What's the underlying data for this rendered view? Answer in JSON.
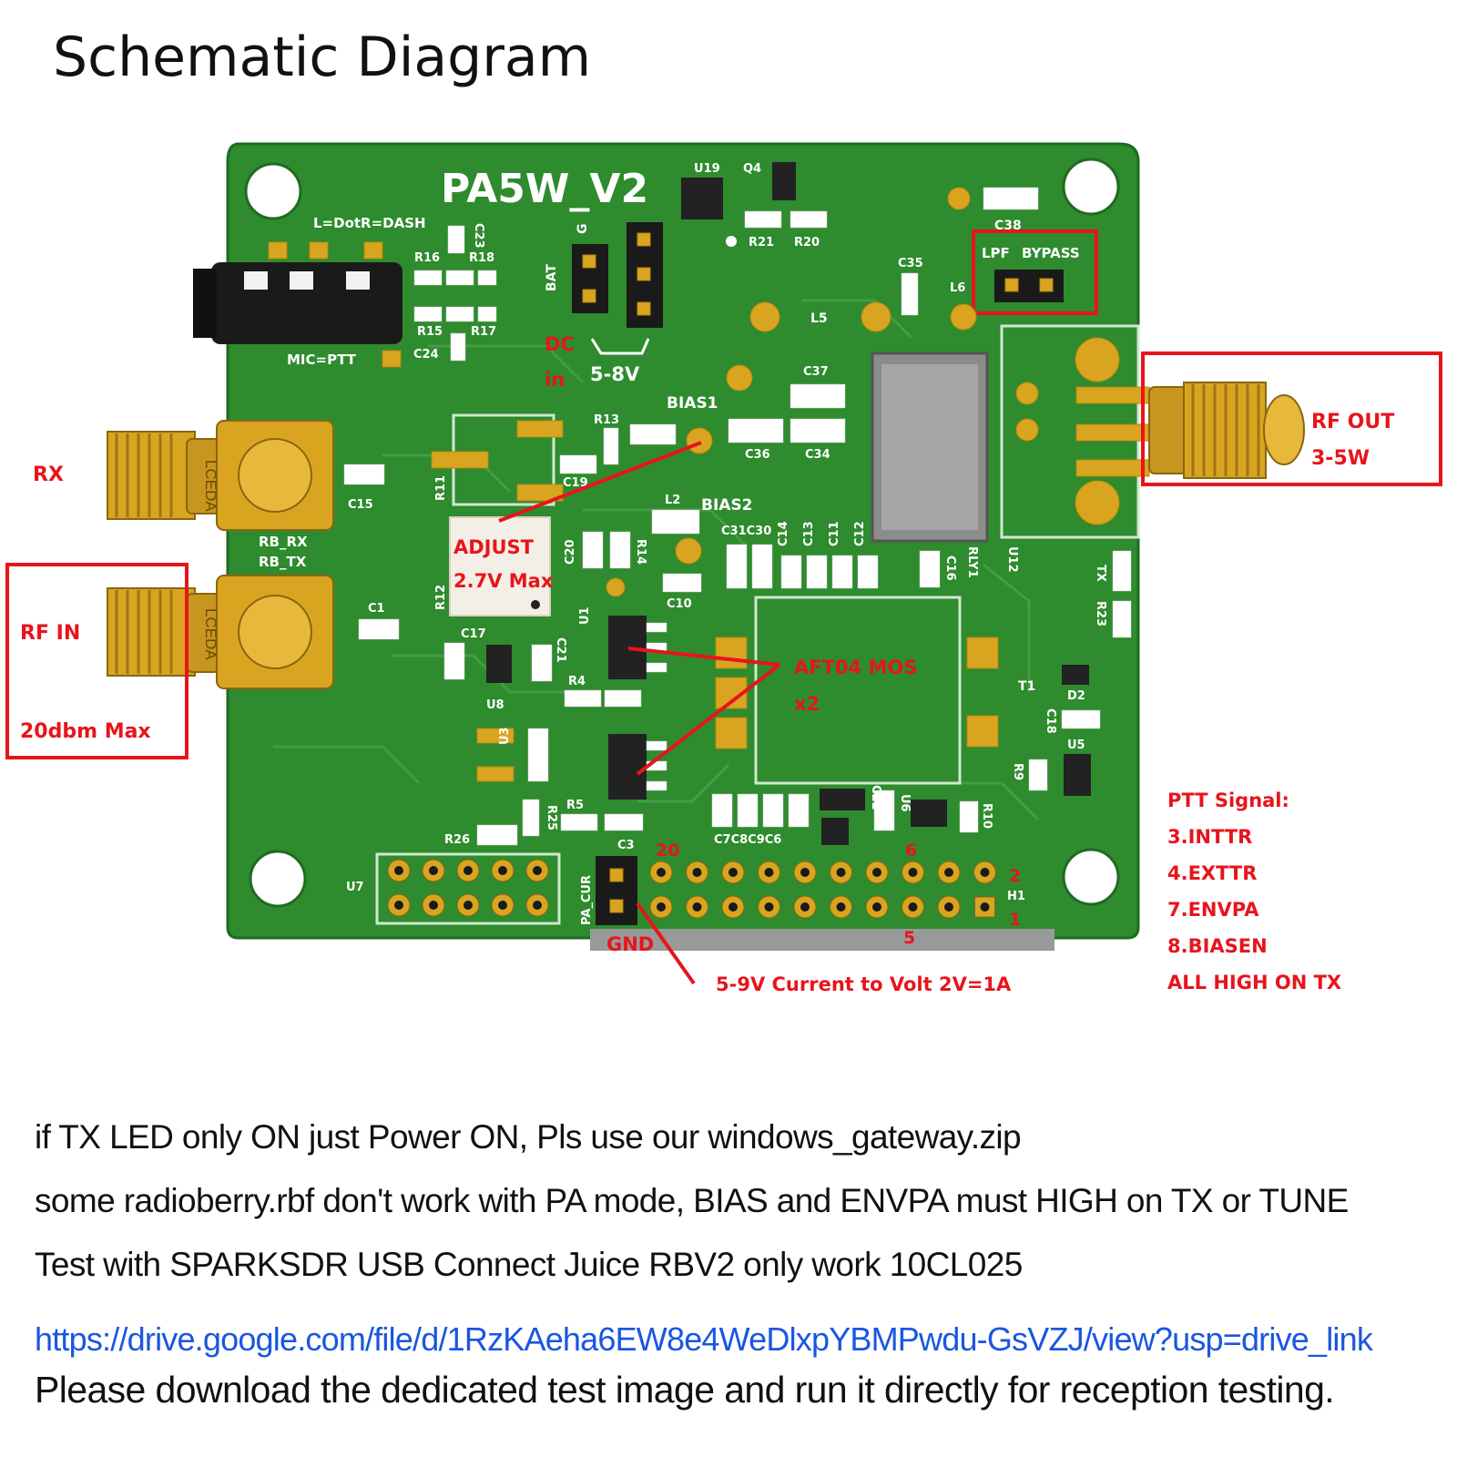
{
  "title": "Schematic Diagram",
  "colors": {
    "pcb": "#2e8b2e",
    "pcb_dark": "#1f6b22",
    "trace": "#3a9a3a",
    "gold": "#d9a520",
    "silk": "#ffffff",
    "annotation": "#e8141c",
    "link": "#1a56e0"
  },
  "board": {
    "name": "PA5W_V2",
    "jack_label_top": "L=DotR=DASH",
    "jack_label_bottom": "MIC=PTT",
    "connector_label": "LCEDA",
    "rb_rx": "RB_RX",
    "rb_tx": "RB_TX",
    "bat": "BAT",
    "g": "G",
    "dc_in_1": "DC",
    "dc_in_2": "in",
    "dc_range": "5-8V",
    "bias1": "BIAS1",
    "bias2": "BIAS2",
    "lpf_label": "LPF",
    "bypass_label": "BYPASS",
    "adjust": "ADJUST",
    "adjust_max": "2.7V Max",
    "mos_line1": "AFT04 MOS",
    "mos_line2": "x2",
    "pa_cur": "PA_CUR",
    "gnd": "GND",
    "pin_20": "20",
    "pin_6": "6",
    "pin_2": "2",
    "pin_1": "1",
    "pin_5": "5",
    "h1": "H1",
    "refs": {
      "u19": "U19",
      "q4": "Q4",
      "r21": "R21",
      "r20": "R20",
      "c38": "C38",
      "c35": "C35",
      "l6": "L6",
      "l5": "L5",
      "c37": "C37",
      "c36": "C36",
      "c34": "C34",
      "r13": "R13",
      "c19": "C19",
      "r11": "R11",
      "l2": "L2",
      "c31c30": "C31C30",
      "c14": "C14",
      "c13": "C13",
      "c11": "C11",
      "c12": "C12",
      "c16": "C16",
      "rly1": "RLY1",
      "u12": "U12",
      "tx": "TX",
      "r23": "R23",
      "c15": "C15",
      "c20": "C20",
      "r14": "R14",
      "r12": "R12",
      "c10": "C10",
      "c1": "C1",
      "c17": "C17",
      "u1": "U1",
      "c21": "C21",
      "r4": "R4",
      "u8": "U8",
      "u3": "U3",
      "t1": "T1",
      "d2": "D2",
      "c18": "C18",
      "u5": "U5",
      "r9": "R9",
      "r5": "R5",
      "r25": "R25",
      "r26": "R26",
      "c3": "C3",
      "c7": "C7C8C9C6",
      "c22": "C22",
      "u6": "U6",
      "r10": "R10",
      "u7": "U7",
      "r16": "R16",
      "r18": "R18",
      "r15": "R15",
      "r17": "R17",
      "c23": "C23",
      "c24": "C24"
    }
  },
  "annotations": {
    "rx": "RX",
    "rf_in": "RF IN",
    "rf_in_max": "20dbm Max",
    "rf_out": "RF OUT",
    "rf_out_power": "3-5W",
    "current": "5-9V Current to Volt 2V=1A",
    "ptt_title": "PTT Signal:",
    "ptt_1": "3.INTTR",
    "ptt_2": "4.EXTTR",
    "ptt_3": "7.ENVPA",
    "ptt_4": "8.BIASEN",
    "ptt_5": "ALL HIGH ON TX"
  },
  "notes": {
    "line1": "if TX LED only ON just Power ON, Pls use our windows_gateway.zip",
    "line2": "some radioberry.rbf don't work with PA mode, BIAS and ENVPA must HIGH on TX or TUNE",
    "line3": "Test with SPARKSDR USB Connect Juice RBV2 only work 10CL025",
    "link": "https://drive.google.com/file/d/1RzKAeha6EW8e4WeDlxpYBMPwdu-GsVZJ/view?usp=drive_link",
    "final": "Please download the dedicated test image and run it directly for reception testing."
  }
}
